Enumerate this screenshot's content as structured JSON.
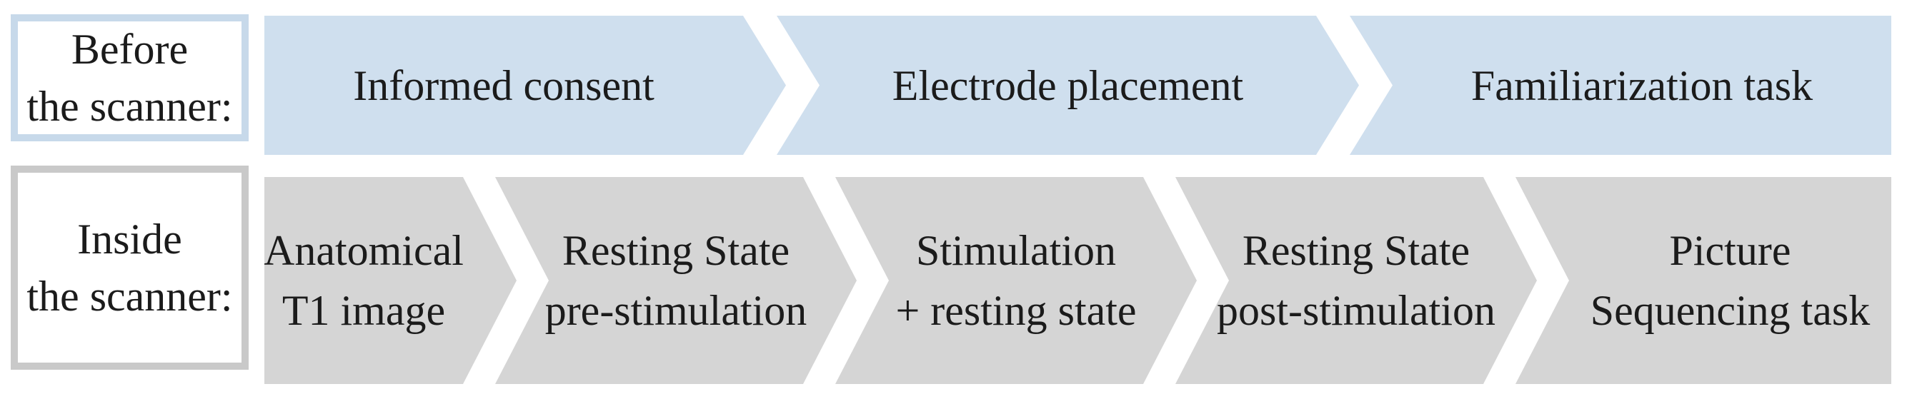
{
  "diagram": {
    "colors": {
      "background": "#ffffff",
      "blue_fill": "#cfdfee",
      "blue_box_border": "#c7d9ea",
      "gray_fill": "#d5d5d5",
      "gray_box_border": "#c9c9c9",
      "text": "#1b1b1b"
    },
    "rows": [
      {
        "id": "before-the-scanner",
        "label_lines": [
          "Before",
          "the scanner:"
        ],
        "fill": "#cfdfee",
        "label_border": "#c7d9ea",
        "steps": [
          {
            "lines": [
              "Informed consent"
            ]
          },
          {
            "lines": [
              "Electrode placement"
            ]
          },
          {
            "lines": [
              "Familiarization task"
            ]
          }
        ]
      },
      {
        "id": "inside-the-scanner",
        "label_lines": [
          "Inside",
          "the scanner:"
        ],
        "fill": "#d5d5d5",
        "label_border": "#c9c9c9",
        "steps": [
          {
            "lines": [
              "Anatomical",
              "T1 image"
            ]
          },
          {
            "lines": [
              "Resting State",
              "pre-stimulation"
            ]
          },
          {
            "lines": [
              "Stimulation",
              "+ resting state"
            ]
          },
          {
            "lines": [
              "Resting State",
              "post-stimulation"
            ]
          },
          {
            "lines": [
              "Picture",
              "Sequencing task"
            ]
          }
        ]
      }
    ]
  }
}
